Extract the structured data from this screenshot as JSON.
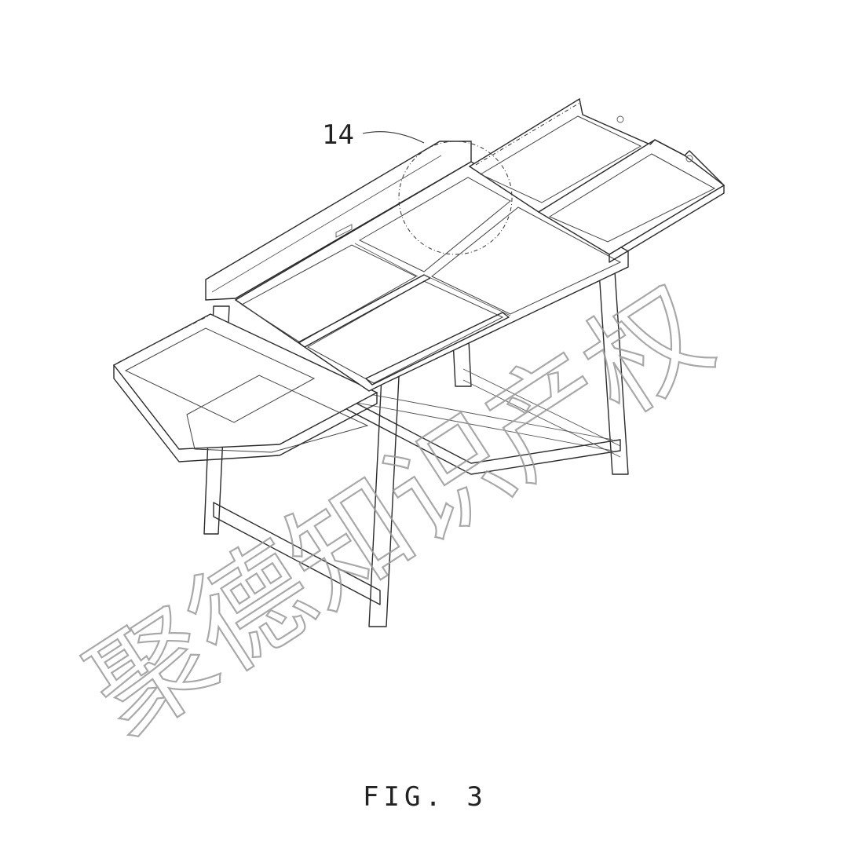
{
  "figure": {
    "caption": "FIG. 3",
    "reference_numeral": "14",
    "watermark": "聚德知识产权",
    "colors": {
      "ink": "#2a2a2a",
      "watermark": "#9a9a9a",
      "background": "#ffffff"
    }
  }
}
